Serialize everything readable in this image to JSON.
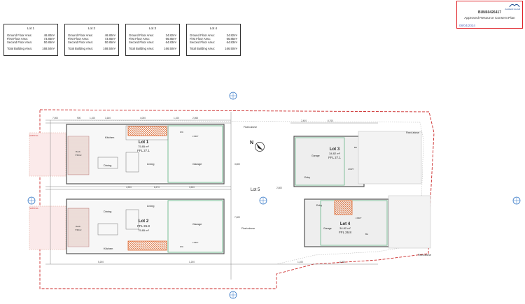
{
  "area_tables": [
    {
      "title": "Lot 1",
      "rows": [
        {
          "label": "Ground Floor Area:",
          "value": "46.80m²"
        },
        {
          "label": "First Floor Area:",
          "value": "73.85m²"
        },
        {
          "label": "Second Floor Area:",
          "value": "50.85m²"
        }
      ],
      "total": {
        "label": "Total Building Area:",
        "value": "168.50m²"
      }
    },
    {
      "title": "Lot 2",
      "rows": [
        {
          "label": "Ground Floor Area:",
          "value": "46.80m²"
        },
        {
          "label": "First Floor Area:",
          "value": "73.85m²"
        },
        {
          "label": "Second Floor Area:",
          "value": "50.85m²"
        }
      ],
      "total": {
        "label": "Total Building Area:",
        "value": "168.50m²"
      }
    },
    {
      "title": "Lot 3",
      "rows": [
        {
          "label": "Ground Floor Area:",
          "value": "34.82m²"
        },
        {
          "label": "First Floor Area:",
          "value": "66.85m²"
        },
        {
          "label": "Second Floor Area:",
          "value": "64.83m²"
        }
      ],
      "total": {
        "label": "Total Building Area:",
        "value": "166.50m²"
      }
    },
    {
      "title": "Lot 4",
      "rows": [
        {
          "label": "Ground Floor Area:",
          "value": "34.82m²"
        },
        {
          "label": "First Floor Area:",
          "value": "66.85m²"
        },
        {
          "label": "Second Floor Area:",
          "value": "64.83m²"
        }
      ],
      "total": {
        "label": "Total Building Area:",
        "value": "166.50m²"
      }
    }
  ],
  "consent_stamp": {
    "number": "BUN60426417",
    "status": "Approved Resource Consent Plan",
    "date": "08/04/2024",
    "authority": "Auckland Council"
  },
  "plan": {
    "lot5_label": "Lot 5",
    "north_label": "N",
    "units": [
      {
        "lot": "Lot 1",
        "area": "75.85 m²",
        "ffl": "FFL 27.1"
      },
      {
        "lot": "Lot 2",
        "area": "75.85 m²",
        "ffl": "FFL 26.8"
      },
      {
        "lot": "Lot 3",
        "area": "34.82 m²",
        "ffl": "FFL 27.1"
      },
      {
        "lot": "Lot 4",
        "area": "34.82 m²",
        "ffl": "FFL 26.8"
      }
    ],
    "rooms": {
      "kitchen": "Kitchen",
      "dining": "Dining",
      "living": "Living",
      "garage": "Garage",
      "laundry": "L'DRY",
      "wc": "WC",
      "deck": "Deck",
      "deck_area": "7.50m²",
      "entry": "Entry",
      "bathroom": "BA"
    },
    "annotations": {
      "flush_above": "Flush above",
      "fixed_above": "Fixed above",
      "sub_fill": "SUB FILL"
    },
    "dimensions": [
      "7,000",
      "900",
      "1,100",
      "3,160",
      "4,000",
      "1,100",
      "2,065",
      "4,900",
      "8,270",
      "3,500",
      "3,800",
      "7,600",
      "2,400",
      "6,700",
      "5,200",
      "1,200",
      "1,100",
      "4,200",
      "2,800"
    ]
  }
}
